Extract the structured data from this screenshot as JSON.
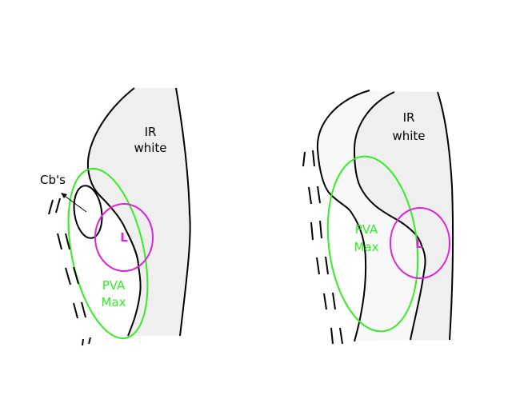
{
  "colors": {
    "pva_max": "#33ee22",
    "low": "#dd22dd",
    "ir_white_fill": "#efefef",
    "outer_fill": "#f8f8f8",
    "line": "#000000"
  },
  "left_panel": {
    "ir_label_1": "IR",
    "ir_label_2": "white",
    "cb_label": "Cb's",
    "low_label": "L",
    "pva_label_1": "PVA",
    "pva_label_2": "Max"
  },
  "right_panel": {
    "ir_label_1": "IR",
    "ir_label_2": "white",
    "low_label": "L",
    "pva_label_1": "PVA",
    "pva_label_2": "Max"
  }
}
